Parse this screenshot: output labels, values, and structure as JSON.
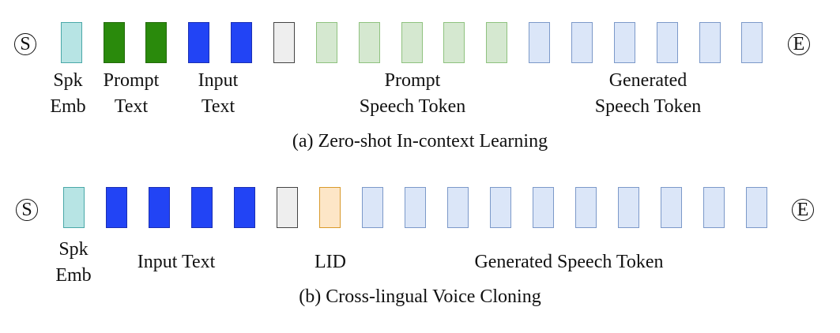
{
  "panel_a": {
    "start_symbol": "S",
    "end_symbol": "E",
    "labels": {
      "spk_line1": "Spk",
      "spk_line2": "Emb",
      "prompt_text_line1": "Prompt",
      "prompt_text_line2": "Text",
      "input_text_line1": "Input",
      "input_text_line2": "Text",
      "prompt_speech_line1": "Prompt",
      "prompt_speech_line2": "Speech Token",
      "generated_line1": "Generated",
      "generated_line2": "Speech Token"
    },
    "caption": "(a) Zero-shot In-context Learning"
  },
  "panel_b": {
    "start_symbol": "S",
    "end_symbol": "E",
    "labels": {
      "spk_line1": "Spk",
      "spk_line2": "Emb",
      "input_text": "Input Text",
      "lid": "LID",
      "generated": "Generated Speech Token"
    },
    "caption": "(b) Cross-lingual Voice Cloning"
  },
  "colors": {
    "speaker_embedding": "#b7e4e4",
    "prompt_text": "#2a8a0c",
    "input_text": "#2244f5",
    "separator": "#eeeeee",
    "prompt_speech_token": "#d5e8d0",
    "generated_speech_token": "#dbe6f8",
    "language_id": "#fde6c7"
  }
}
